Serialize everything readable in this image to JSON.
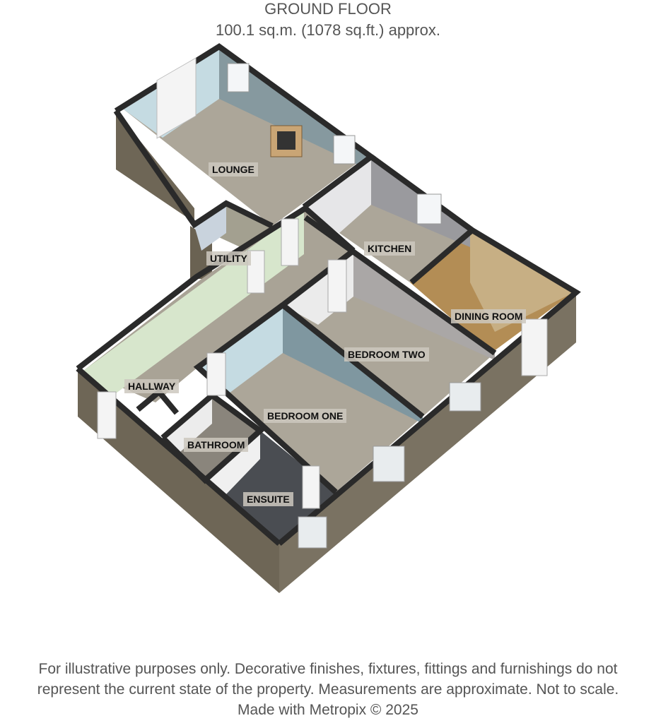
{
  "header": {
    "floor_name": "GROUND FLOOR",
    "area": "100.1 sq.m. (1078 sq.ft.) approx."
  },
  "rooms": {
    "lounge": "LOUNGE",
    "utility": "UTILITY",
    "kitchen": "KITCHEN",
    "dining_room": "DINING ROOM",
    "bedroom_two": "BEDROOM TWO",
    "hallway": "HALLWAY",
    "bedroom_one": "BEDROOM ONE",
    "bathroom": "BATHROOM",
    "ensuite": "ENSUITE"
  },
  "footer": {
    "line1": "For illustrative purposes only. Decorative finishes, fixtures, fittings and furnishings do not",
    "line2": "represent the current state of the property. Measurements are approximate. Not to scale.",
    "line3": "Made with Metropix © 2025"
  },
  "colors": {
    "wall_top": "#2a2a2a",
    "brick": "#6e6656",
    "floor": "#a9a396",
    "blue_wall": "#7f97a0",
    "light_blue_wall": "#c5dbe2",
    "green_wall": "#d7e6cc",
    "dining_floor": "#b38d55"
  }
}
